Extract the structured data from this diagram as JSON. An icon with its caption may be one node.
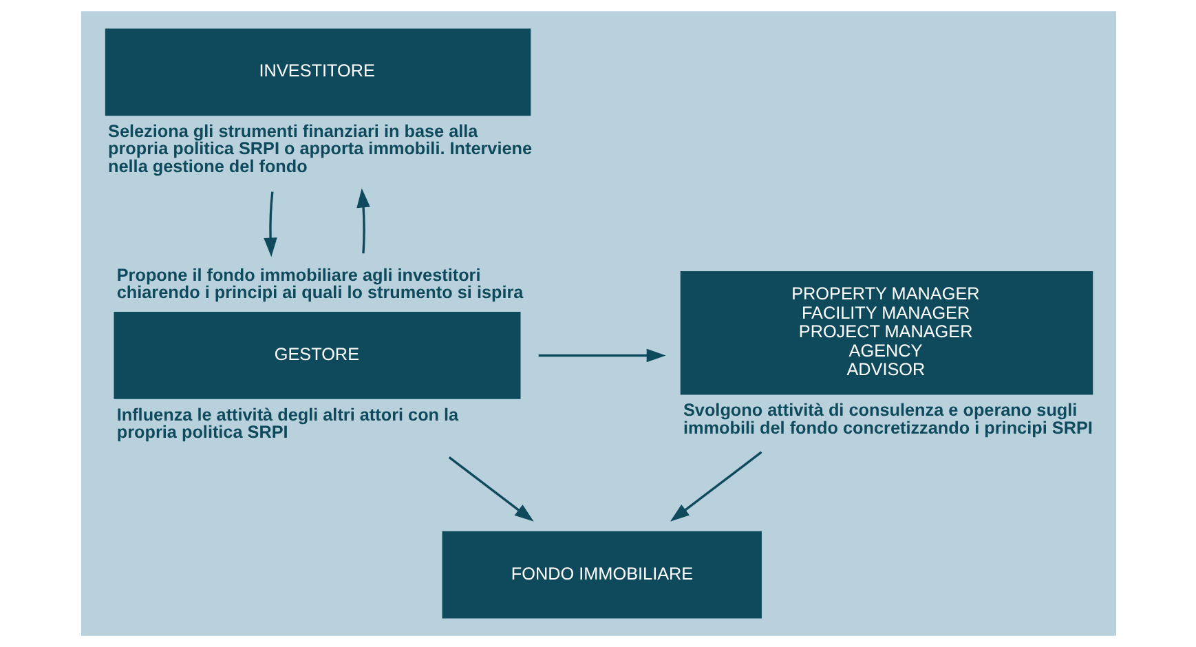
{
  "diagram": {
    "nodes": [
      {
        "text": [
          "INVESTITORE"
        ],
        "beside": [
          "Seleziona gli strumenti finanziari in base alla propria politica SRPI o apporta immobili. Interviene nella gestione del fondo"
        ]
      },
      {
        "text": [
          "GESTORE"
        ],
        "beside": [
          "Propone il fondo immobiliare agli investitori chiarendo i principi ai quali lo strumento si ispira",
          "Influenza le attività degli altri attori con la propria politica SRPI"
        ]
      },
      {
        "text": [
          "PROPERTY MANAGER",
          "FACILITY MANAGER",
          "PROJECT MANAGER",
          "AGENCY",
          "ADVISOR"
        ],
        "beside": [
          "Svolgono attività di consulenza e operano sugli immobili del fondo concretizzando i principi SRPI"
        ]
      },
      {
        "text": [
          "FONDO IMMOBILIARE"
        ]
      }
    ],
    "edges": [
      {
        "from": 0,
        "to": 1,
        "arrow": "to"
      },
      {
        "from": 1,
        "to": 0,
        "arrow": "to"
      },
      {
        "from": 1,
        "to": 2,
        "arrow": "to"
      },
      {
        "from": 1,
        "to": 3,
        "arrow": "to"
      },
      {
        "from": 2,
        "to": 3,
        "arrow": "to"
      }
    ]
  }
}
